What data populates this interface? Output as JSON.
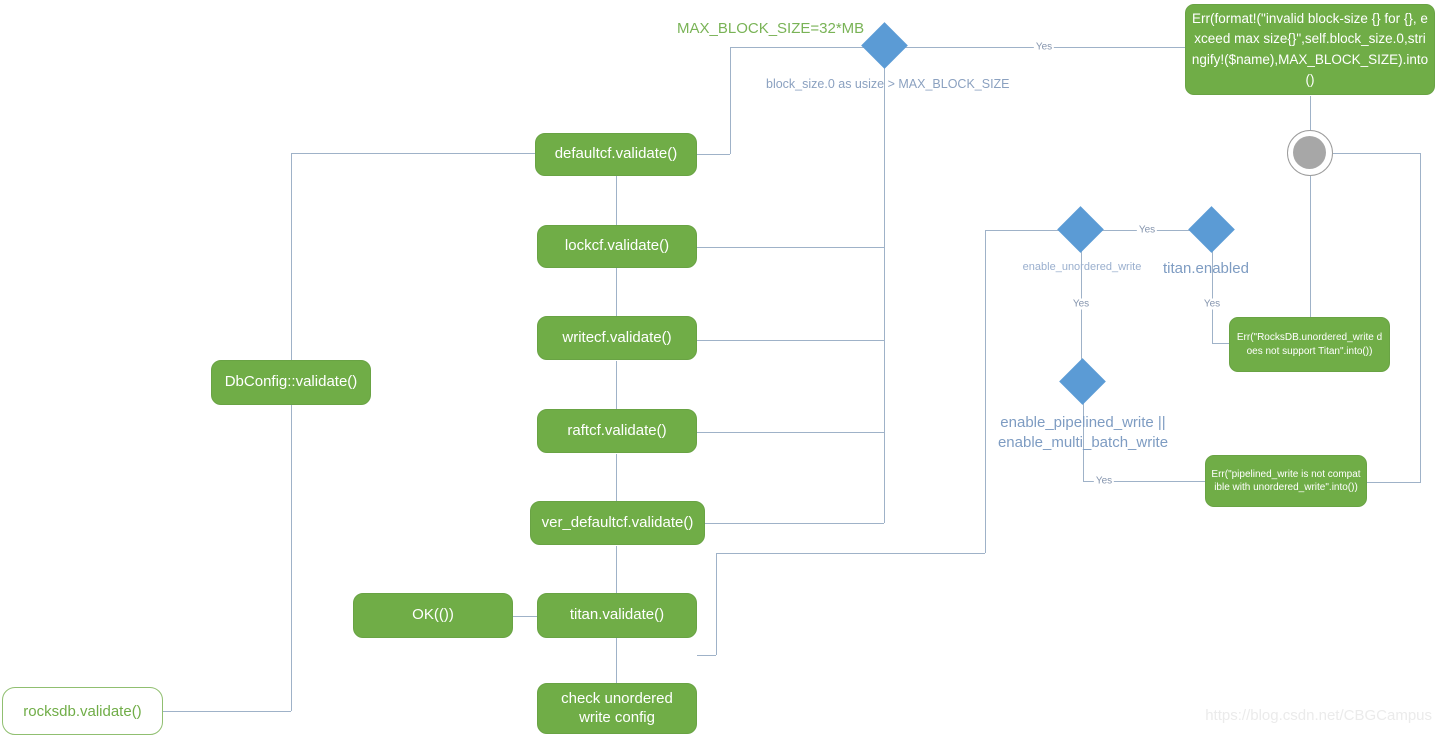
{
  "nodes": {
    "rocksdb_validate": "rocksdb.validate()",
    "dbconfig_validate": "DbConfig::validate()",
    "defaultcf_validate": "defaultcf.validate()",
    "lockcf_validate": "lockcf.validate()",
    "writecf_validate": "writecf.validate()",
    "raftcf_validate": "raftcf.validate()",
    "ver_defaultcf_validate": "ver_defaultcf.validate()",
    "titan_validate": "titan.validate()",
    "ok_result": "OK(())",
    "check_unordered": "check unordered\nwrite config"
  },
  "decisions": {
    "block_size_cond": "block_size.0 as usize > MAX_BLOCK_SIZE",
    "enable_unordered_write": "enable_unordered_write",
    "titan_enabled": "titan.enabled",
    "pipelined_cond": "enable_pipelined_write ||\nenable_multi_batch_write"
  },
  "annotations": {
    "max_block_size": "MAX_BLOCK_SIZE=32*MB"
  },
  "errors": {
    "invalid_block_size": "Err(format!(\"invalid block-size {} for {}, exceed max size{}\",self.block_size.0,stringify!($name),MAX_BLOCK_SIZE).into()",
    "unordered_titan": "Err(\"RocksDB.unordered_write does not support Titan\".into())",
    "pipelined_conflict": "Err(\"pipelined_write is not compatible with unordered_write\".into())"
  },
  "edge_labels": {
    "yes": "Yes"
  },
  "watermark": "https://blog.csdn.net/CBGCampus",
  "colors": {
    "node_green": "#70ad47",
    "diamond_blue": "#5b9bd5",
    "connector": "#9fb2c8",
    "end_circle_gray": "#a7a7a7"
  }
}
